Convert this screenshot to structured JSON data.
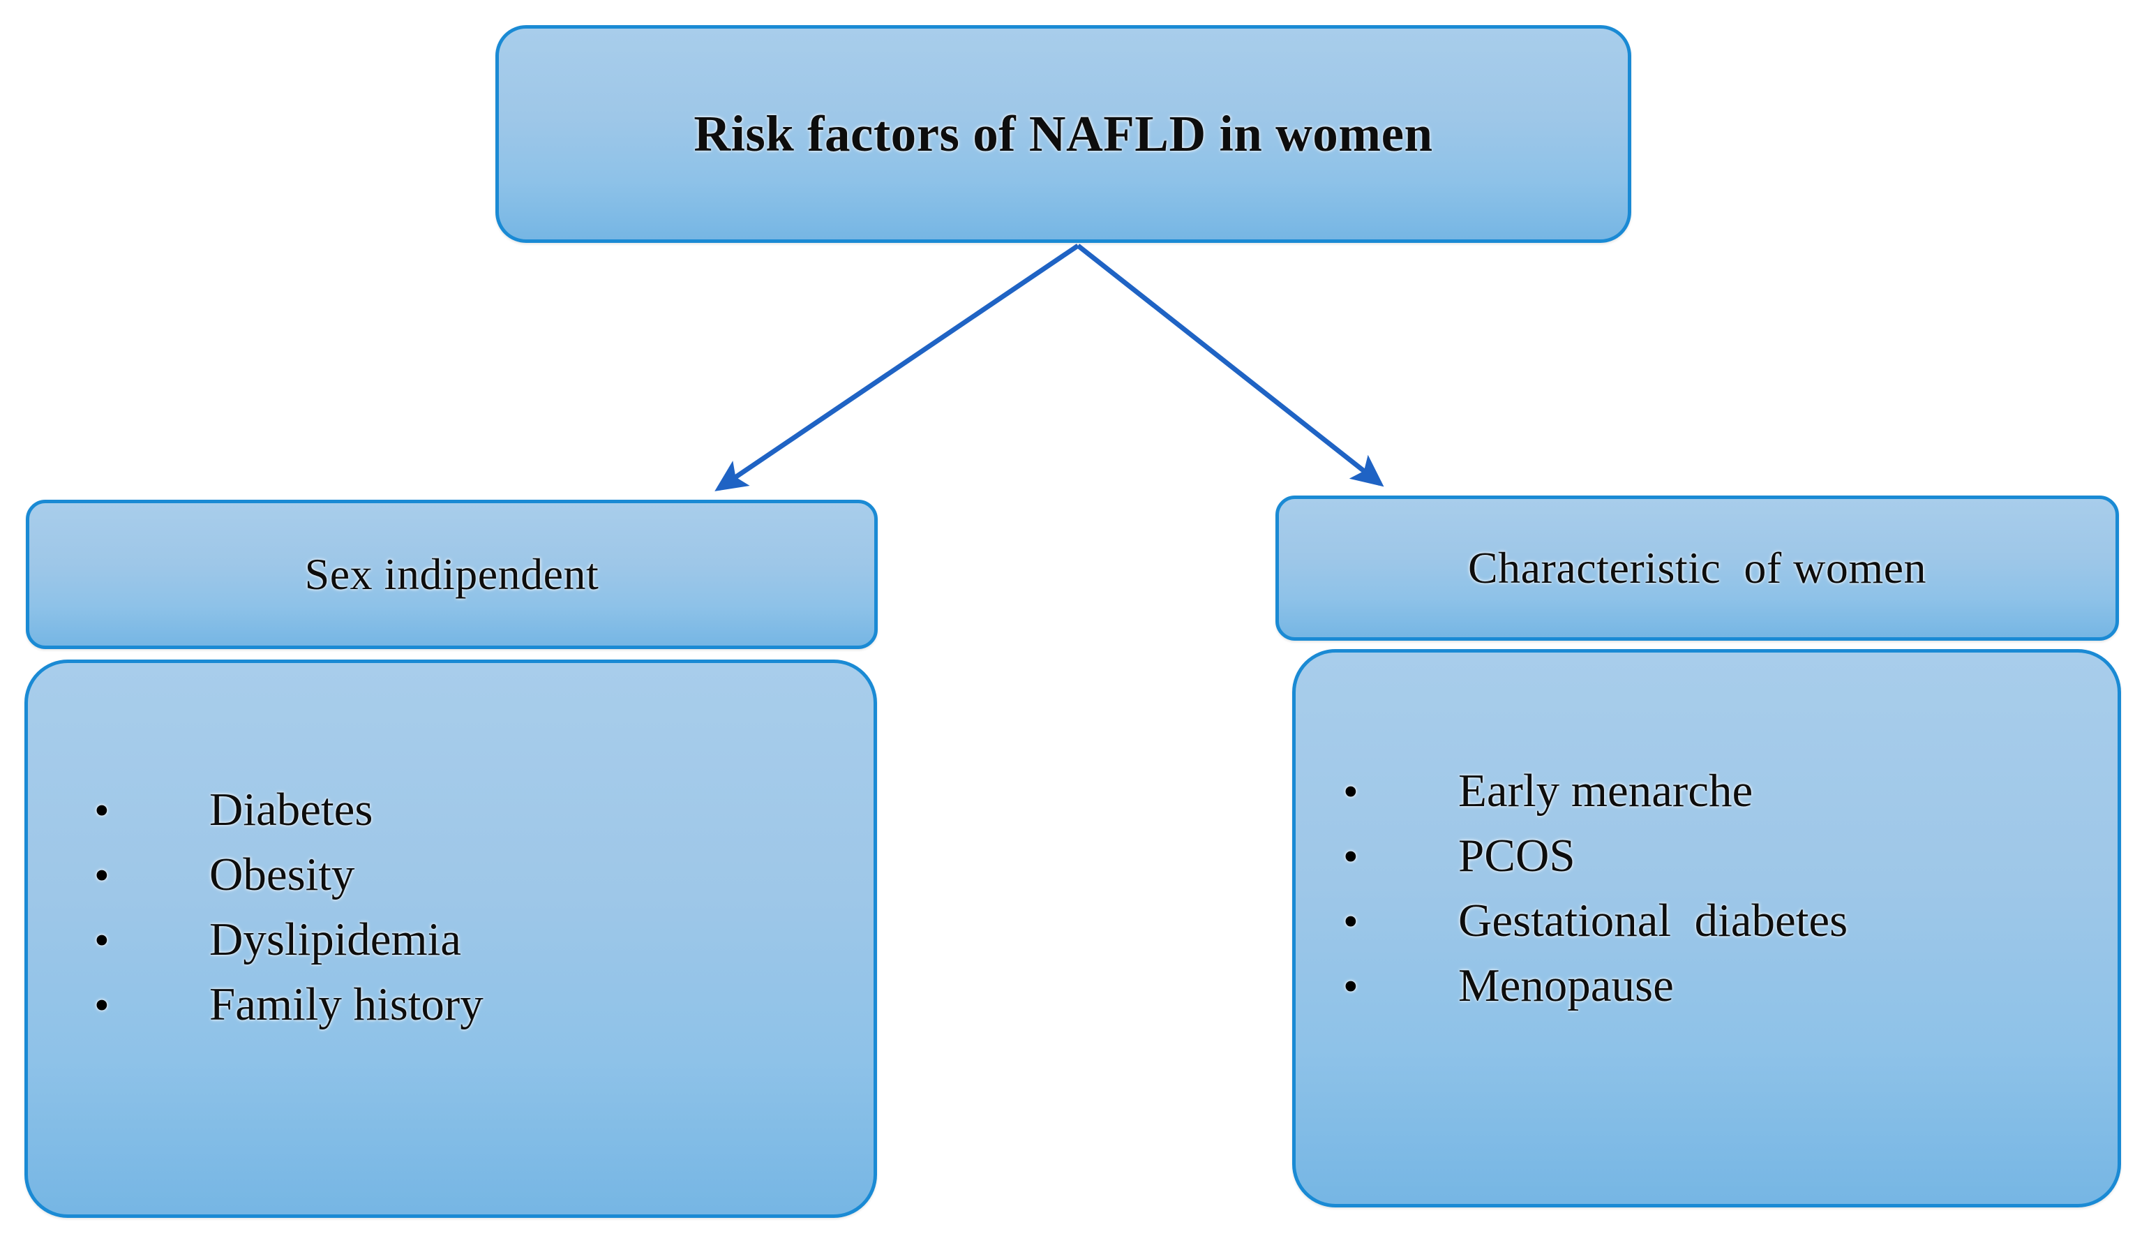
{
  "diagram": {
    "type": "flowchart",
    "root": {
      "label": "Risk factors of NAFLD in women"
    },
    "branches": [
      {
        "id": "sex-independent",
        "header": "Sex indipendent",
        "items": [
          "Diabetes",
          "Obesity",
          "Dyslipidemia",
          "Family history"
        ]
      },
      {
        "id": "characteristic-of-women",
        "header": "Characteristic  of women",
        "items": [
          "Early menarche",
          "PCOS",
          "Gestational  diabetes",
          "Menopause"
        ]
      }
    ],
    "bullet_marker": "•",
    "connectors": [
      {
        "from": "root",
        "to": "sex-independent",
        "style": "arrow"
      },
      {
        "from": "root",
        "to": "characteristic-of-women",
        "style": "arrow"
      }
    ],
    "colors": {
      "box_fill_top": "#a8cdeb",
      "box_fill_bottom": "#76b6e4",
      "box_border": "#1a8ad4",
      "arrow": "#1f63c4",
      "text": "#0d0d0d",
      "background": "#ffffff"
    }
  }
}
